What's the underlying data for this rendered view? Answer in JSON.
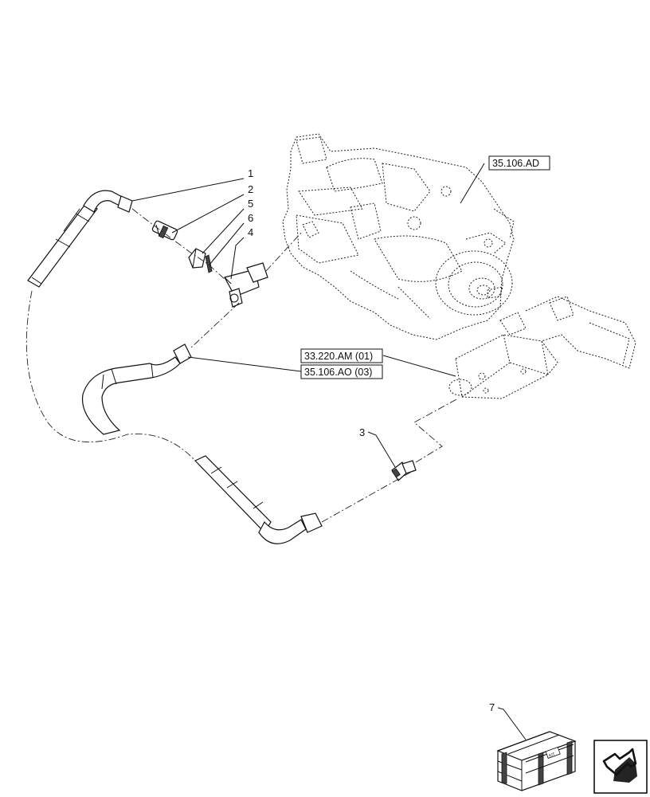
{
  "callouts": [
    {
      "id": "1",
      "text": "1"
    },
    {
      "id": "2",
      "text": "2"
    },
    {
      "id": "5",
      "text": "5"
    },
    {
      "id": "6",
      "text": "6"
    },
    {
      "id": "4",
      "text": "4"
    },
    {
      "id": "3",
      "text": "3"
    },
    {
      "id": "7",
      "text": "7"
    }
  ],
  "references": {
    "pump": "35.106.AD",
    "valve_a": "33.220.AM (01)",
    "valve_b": "35.106.AO (03)"
  },
  "kit_stamp": "KIT"
}
